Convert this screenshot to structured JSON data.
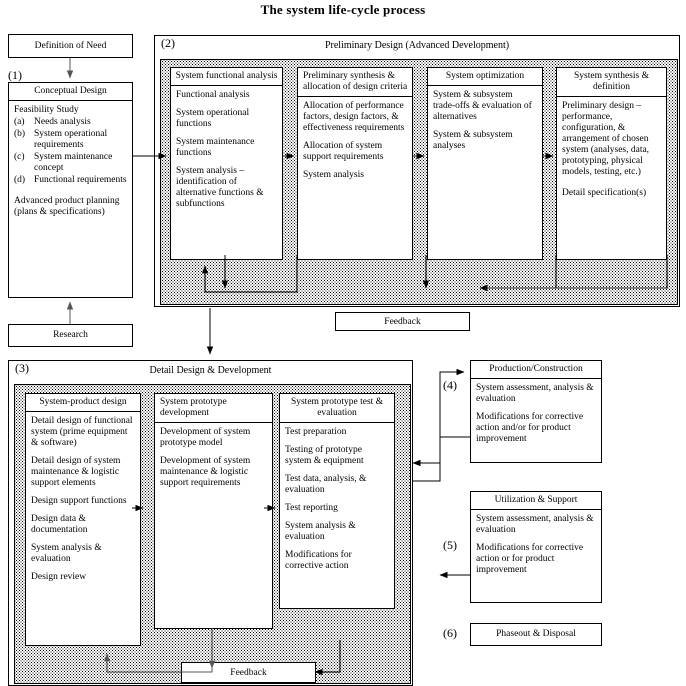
{
  "title": "The system life-cycle process",
  "stage1": {
    "number": "(1)",
    "definition_of_need": "Definition of Need",
    "research": "Research",
    "conceptual_design": {
      "header": "Conceptual Design",
      "lead": "Feasibility Study",
      "items": [
        {
          "label": "(a)",
          "text": "Needs analysis"
        },
        {
          "label": "(b)",
          "text": "System operational requirements"
        },
        {
          "label": "(c)",
          "text": "System maintenance concept"
        },
        {
          "label": "(d)",
          "text": "Functional requirements"
        }
      ],
      "tail": "Advanced product planning (plans & specifications)"
    }
  },
  "stage2": {
    "number": "(2)",
    "header": "Preliminary Design (Advanced Development)",
    "feedback": "Feedback",
    "columns": [
      {
        "header": "System functional analysis",
        "items": [
          "Functional analysis",
          "System operational functions",
          "System maintenance functions",
          "System analysis – identification of alternative functions & subfunctions"
        ]
      },
      {
        "header": "Preliminary synthesis & allocation of design criteria",
        "items": [
          "Allocation of performance factors, design factors, & effectiveness requirements",
          "Allocation of system support requirements",
          "System analysis"
        ]
      },
      {
        "header": "System optimization",
        "items": [
          "System & subsystem trade-offs & evaluation of alternatives",
          "System & subsystem analyses"
        ]
      },
      {
        "header": "System synthesis & definition",
        "items": [
          "Preliminary design – performance, configuration, & arrangement of chosen system (analyses, data, prototyping, physical models, testing, etc.)",
          "Detail specification(s)"
        ]
      }
    ]
  },
  "stage3": {
    "number": "(3)",
    "header": "Detail Design & Development",
    "feedback": "Feedback",
    "columns": [
      {
        "header": "System-product design",
        "items": [
          "Detail design of functional system (prime equipment & software)",
          "Detail design of system maintenance & logistic support elements",
          "Design support functions",
          "Design data & documentation",
          "System analysis & evaluation",
          "Design review"
        ]
      },
      {
        "header": "System prototype development",
        "items": [
          "Development of system prototype model",
          "Development of system maintenance & logistic support requirements"
        ]
      },
      {
        "header": "System prototype test & evaluation",
        "items": [
          "Test preparation",
          "Testing of prototype system & equipment",
          "Test data, analysis, & evaluation",
          "Test reporting",
          "System analysis & evaluation",
          "Modifications for corrective action"
        ]
      }
    ]
  },
  "stage4": {
    "number": "(4)",
    "header": "Production/Construction",
    "items": [
      "System assessment, analysis & evaluation",
      "Modifications for corrective action and/or for product improvement"
    ]
  },
  "stage5": {
    "number": "(5)",
    "header": "Utilization & Support",
    "items": [
      "System assessment, analysis & evaluation",
      "Modifications for corrective action or for product improvement"
    ]
  },
  "stage6": {
    "number": "(6)",
    "header": "Phaseout & Disposal"
  },
  "colors": {
    "line": "#000000",
    "background": "#ffffff",
    "arrow_gray": "#555555"
  }
}
